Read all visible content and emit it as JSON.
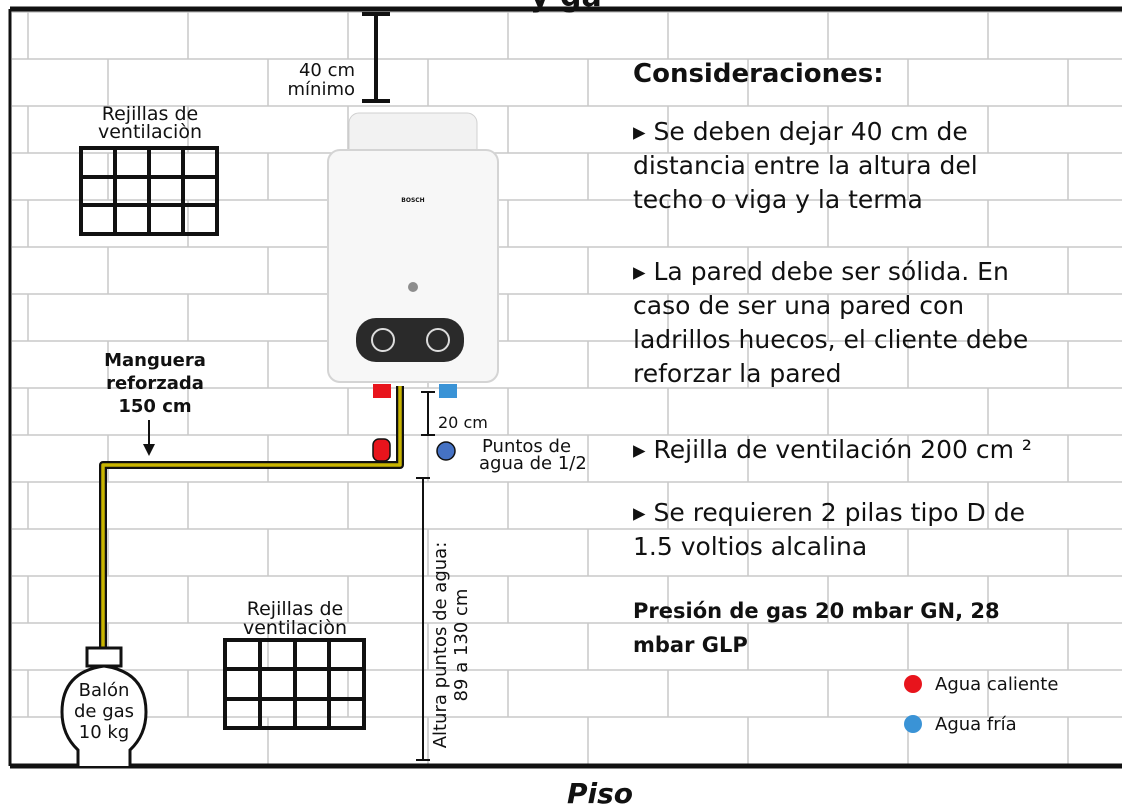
{
  "top_partial_text": "y ga",
  "clearance": {
    "value": "40 cm",
    "label": "mínimo"
  },
  "vent_top": {
    "line1": "Rejillas de",
    "line2": "ventilaciòn"
  },
  "vent_bottom": {
    "line1": "Rejillas de",
    "line2": "ventilaciòn"
  },
  "heater": {
    "brand": "BOSCH"
  },
  "hose": {
    "line1": "Manguera",
    "line2": "reforzada",
    "line3": "150 cm"
  },
  "spacing": "20 cm",
  "water_points": {
    "line1": "Puntos de",
    "line2": "agua de 1/2"
  },
  "height_label": {
    "line1": "Altura puntos de agua:",
    "line2": "89 a 130 cm"
  },
  "tank": {
    "line1": "Balón",
    "line2": "de gas",
    "line3": "10 kg"
  },
  "considerations": {
    "title": "Consideraciones:",
    "items": [
      {
        "marker": "▸",
        "lines": [
          "Se deben dejar 40 cm de",
          "distancia entre la altura del",
          "techo o viga y la terma"
        ]
      },
      {
        "marker": "▸",
        "lines": [
          "La pared debe ser sólida. En",
          "caso de ser una pared con",
          "ladrillos huecos, el cliente debe",
          "reforzar la pared"
        ]
      },
      {
        "marker": "▸",
        "lines": [
          "Rejilla de ventilación 200 cm ²"
        ]
      },
      {
        "marker": "▸",
        "lines": [
          "Se requieren 2 pilas tipo D de",
          "1.5 voltios alcalina"
        ]
      }
    ],
    "pressure_line1": "Presión de gas 20 mbar GN, 28",
    "pressure_line2": "mbar GLP"
  },
  "legend": [
    {
      "label": "Agua caliente",
      "color": "#e8141c"
    },
    {
      "label": "Agua fría",
      "color": "#3a93d6"
    }
  ],
  "floor_label": "Piso",
  "colors": {
    "hot": "#e8141c",
    "cold": "#3a93d6",
    "hose": "#c8b400",
    "brick_line": "#c9c9c9",
    "outline": "#111111"
  }
}
